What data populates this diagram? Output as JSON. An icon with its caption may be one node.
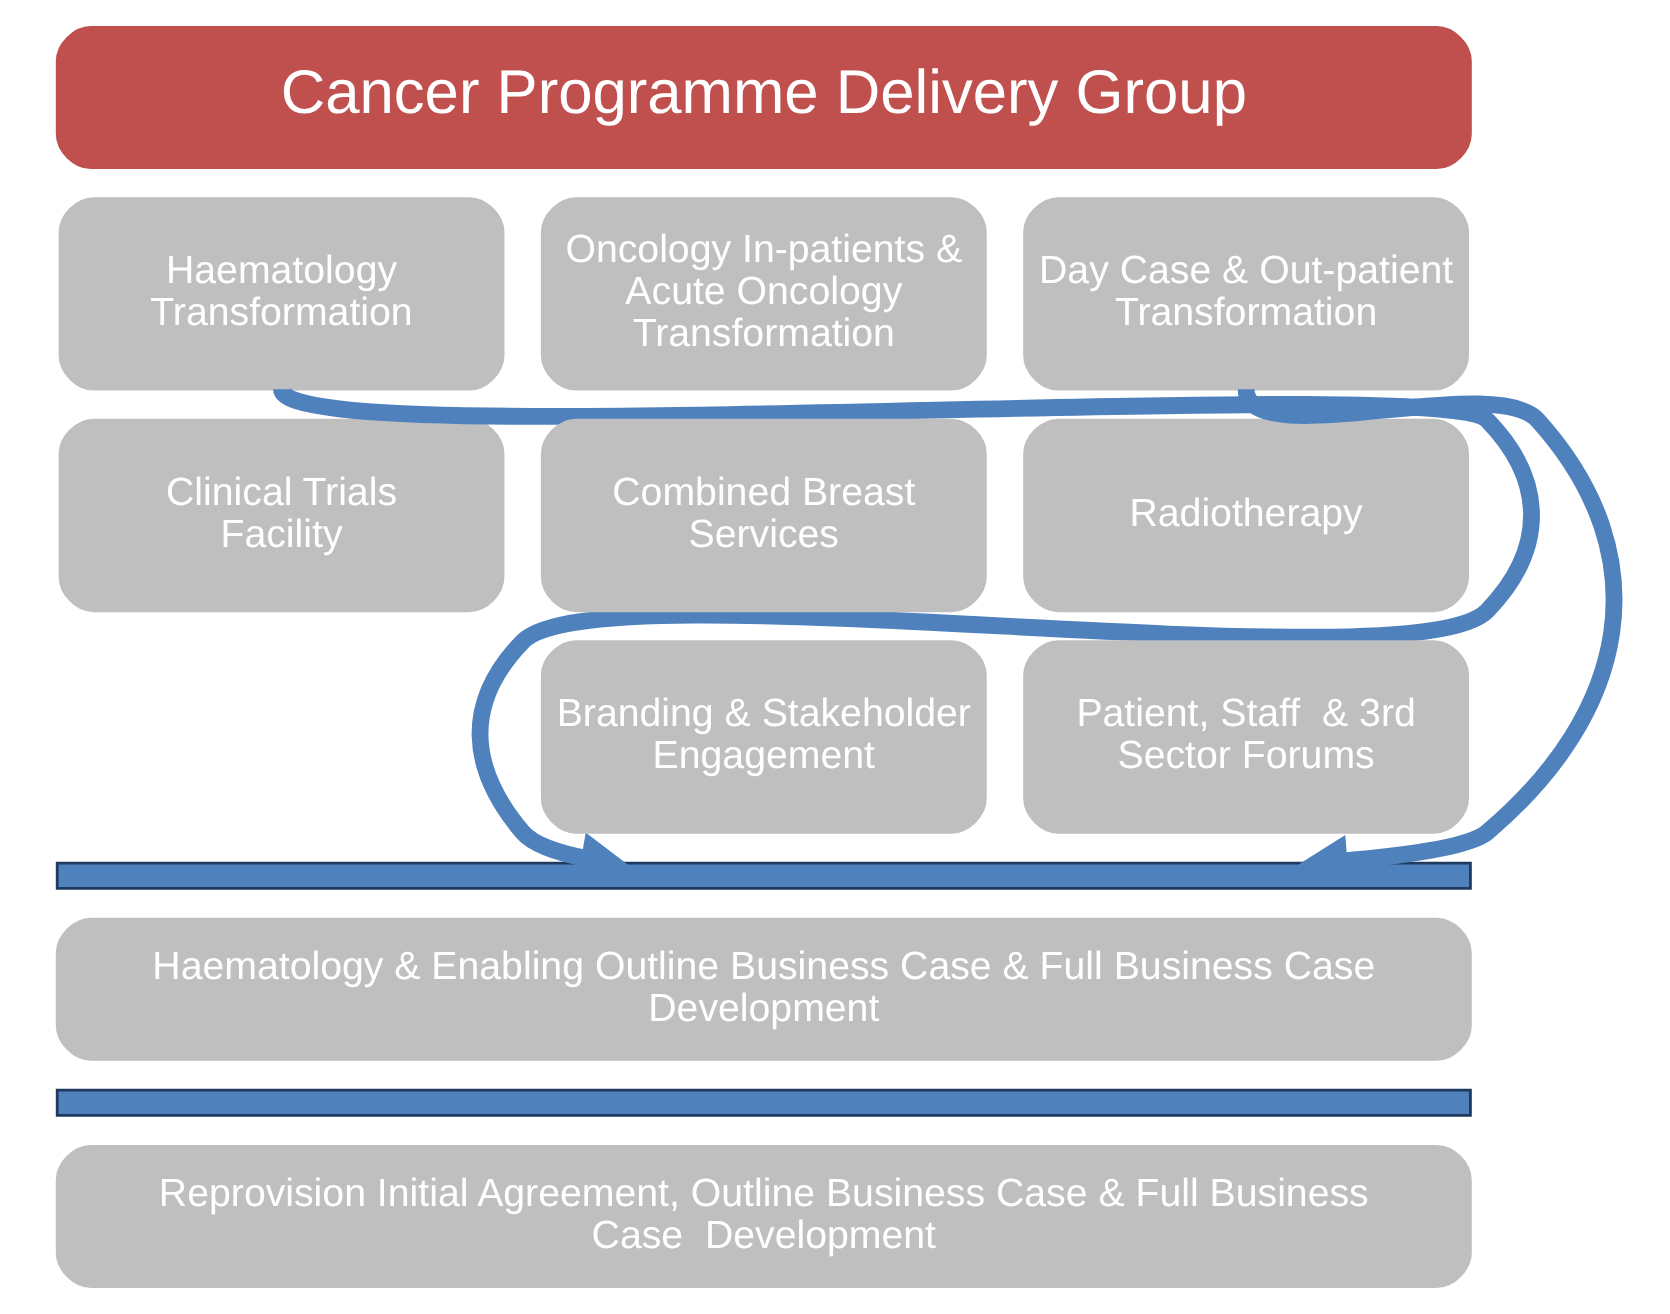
{
  "diagram": {
    "nodes": [
      {
        "text": [
          "Cancer Programme Delivery Group"
        ]
      },
      {
        "text": [
          "Haematology Transformation"
        ]
      },
      {
        "text": [
          "Oncology In-patients & Acute Oncology Transformation"
        ]
      },
      {
        "text": [
          "Day Case & Out-patient Transformation"
        ]
      },
      {
        "text": [
          "Clinical Trials Facility"
        ]
      },
      {
        "text": [
          "Combined Breast Services"
        ]
      },
      {
        "text": [
          "Radiotherapy"
        ]
      },
      {
        "text": [
          "Branding & Stakeholder Engagement"
        ]
      },
      {
        "text": [
          "Patient, Staff  & 3rd Sector Forums"
        ]
      },
      {
        "text": [],
        "shape": "bar"
      },
      {
        "text": [
          "Haematology & Enabling Outline Business Case & Full Business Case Development"
        ]
      },
      {
        "text": [],
        "shape": "bar"
      },
      {
        "text": [
          "Reprovision Initial Agreement, Outline Business Case & Full Business Case  Development"
        ]
      }
    ],
    "edges": [
      {
        "from": 1,
        "to": 9,
        "arrow": "to"
      },
      {
        "from": 3,
        "to": 9,
        "arrow": "to"
      }
    ]
  }
}
